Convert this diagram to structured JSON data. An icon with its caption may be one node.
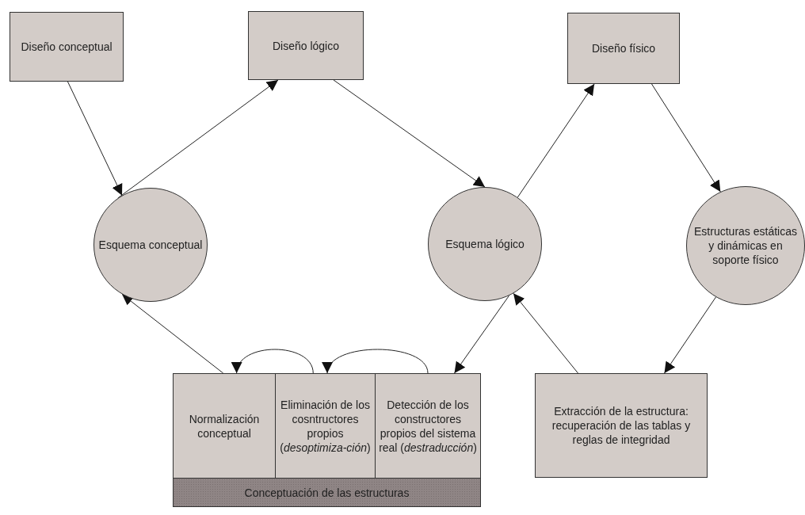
{
  "diagram": {
    "nodes": [
      {
        "text": [
          "Diseño conceptual"
        ]
      },
      {
        "text": [
          "Diseño lógico"
        ]
      },
      {
        "text": [
          "Diseño físico"
        ]
      },
      {
        "text": [
          "Esquema conceptual"
        ]
      },
      {
        "text": [
          "Esquema lógico"
        ]
      },
      {
        "text": [
          "Estructuras estáticas y dinámicas en soporte físico"
        ]
      },
      {
        "text": [
          "Normalización conceptual"
        ]
      },
      {
        "text": [
          "Eliminación de los cosntructores propios (*desoptimiza-ción*)"
        ]
      },
      {
        "text": [
          "Detección de los constructores propios del sistema real (*destraducción*)"
        ]
      },
      {
        "text": [
          "Extracción de la estructura: recuperación de las tablas y reglas de integridad"
        ]
      },
      {
        "text": [
          "Conceptuación de las estructuras"
        ]
      }
    ],
    "edges": [
      {
        "from": 0,
        "to": 3,
        "arrow": "to"
      },
      {
        "from": 3,
        "to": 1,
        "arrow": "to"
      },
      {
        "from": 1,
        "to": 4,
        "arrow": "to"
      },
      {
        "from": 4,
        "to": 2,
        "arrow": "to"
      },
      {
        "from": 2,
        "to": 5,
        "arrow": "to"
      },
      {
        "from": 6,
        "to": 3,
        "arrow": "to"
      },
      {
        "from": 7,
        "to": 6,
        "arrow": "to"
      },
      {
        "from": 8,
        "to": 7,
        "arrow": "to"
      },
      {
        "from": 4,
        "to": 8,
        "arrow": "to"
      },
      {
        "from": 9,
        "to": 4,
        "arrow": "to"
      },
      {
        "from": 5,
        "to": 9,
        "arrow": "to"
      }
    ]
  }
}
